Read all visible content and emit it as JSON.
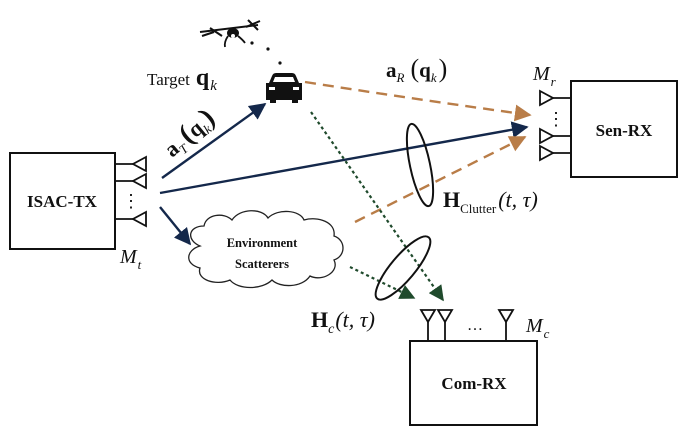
{
  "diagram": {
    "nodes": {
      "isac_tx": {
        "label": "ISAC-TX",
        "antenna_label_main": "M",
        "antenna_label_sub": "t"
      },
      "sen_rx": {
        "label": "Sen-RX",
        "antenna_label_main": "M",
        "antenna_label_sub": "r"
      },
      "com_rx": {
        "label": "Com-RX",
        "antenna_label_main": "M",
        "antenna_label_sub": "c"
      },
      "scatterers": {
        "line1": "Environment",
        "line2": "Scatterers"
      },
      "target": {
        "prefix": "Target",
        "symbol_main": "q",
        "symbol_sub": "k"
      }
    },
    "labels": {
      "a_t": {
        "main": "a",
        "sub": "T",
        "arg_main": "q",
        "arg_sub": "k"
      },
      "a_r": {
        "main": "a",
        "sub": "R",
        "arg_main": "q",
        "arg_sub": "k"
      },
      "h_clutter": {
        "main": "H",
        "sub": "Clutter",
        "args": "(t, τ)"
      },
      "h_c": {
        "main": "H",
        "sub": "c",
        "args": "(t, τ)"
      }
    },
    "ellipsis": "…",
    "vdots": "⋮",
    "colors": {
      "sensing_direct": "#14284b",
      "sensing_reflect": "#b97d48",
      "communication": "#1f4a2c"
    },
    "links": [
      {
        "from": "ISAC-TX",
        "to": "Target",
        "style": "solid-navy"
      },
      {
        "from": "ISAC-TX",
        "to": "Sen-RX",
        "style": "solid-navy"
      },
      {
        "from": "ISAC-TX",
        "to": "Environment Scatterers",
        "style": "solid-navy"
      },
      {
        "from": "Target",
        "to": "Sen-RX",
        "style": "dashed-brown"
      },
      {
        "from": "Environment Scatterers",
        "to": "Sen-RX",
        "style": "dashed-brown"
      },
      {
        "from": "Target",
        "to": "Com-RX",
        "style": "dotted-green"
      },
      {
        "from": "Environment Scatterers",
        "to": "Com-RX",
        "style": "dotted-green"
      }
    ]
  }
}
